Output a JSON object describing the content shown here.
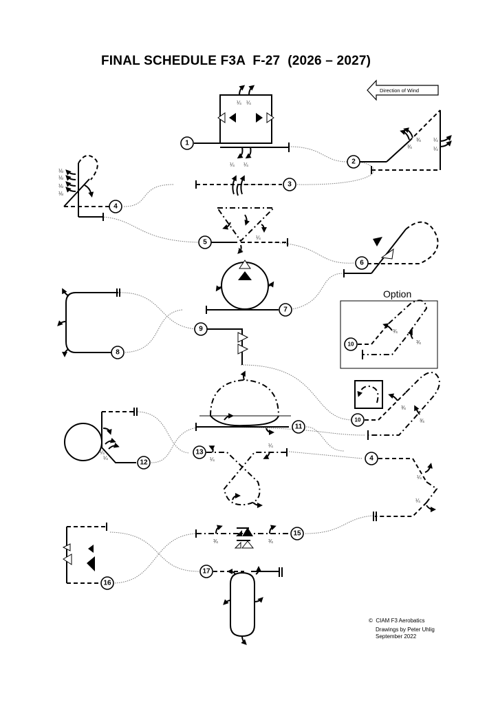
{
  "title": "FINAL SCHEDULE F3A  F-27  (2026 – 2027)",
  "wind_indicator": {
    "label": "Direction of Wind",
    "icon": "left-arrow-icon"
  },
  "option_box": {
    "label": "Option",
    "maneuver_number": "10",
    "fractions": [
      "¾",
      "¾"
    ]
  },
  "maneuvers": [
    {
      "number": "1",
      "fractions": [
        "¼",
        "¼",
        "¼",
        "¼"
      ]
    },
    {
      "number": "2",
      "fractions": [
        "¾",
        "¾",
        "¼",
        "¼"
      ]
    },
    {
      "number": "3",
      "fractions": []
    },
    {
      "number": "4",
      "fractions": [
        "⅛",
        "⅛",
        "⅛",
        "⅛"
      ]
    },
    {
      "number": "5",
      "fractions": [
        "¼",
        "¼"
      ]
    },
    {
      "number": "6",
      "fractions": []
    },
    {
      "number": "7",
      "fractions": []
    },
    {
      "number": "8",
      "fractions": []
    },
    {
      "number": "9",
      "fractions": []
    },
    {
      "number": "10",
      "fractions": [
        "¾",
        "¾"
      ]
    },
    {
      "number": "11",
      "fractions": []
    },
    {
      "number": "12",
      "fractions": [
        "¼",
        "¼"
      ]
    },
    {
      "number": "13",
      "fractions": [
        "¼",
        "¼"
      ]
    },
    {
      "number": "4",
      "fractions": [
        "¼",
        "¼"
      ]
    },
    {
      "number": "15",
      "fractions": [
        "¾",
        "¾"
      ]
    },
    {
      "number": "16",
      "fractions": []
    },
    {
      "number": "17",
      "fractions": []
    }
  ],
  "credits": {
    "copyright": "©  CIAM F3 Aerobatics",
    "author": "Drawings by Peter Uhlig",
    "date": "September 2022"
  }
}
